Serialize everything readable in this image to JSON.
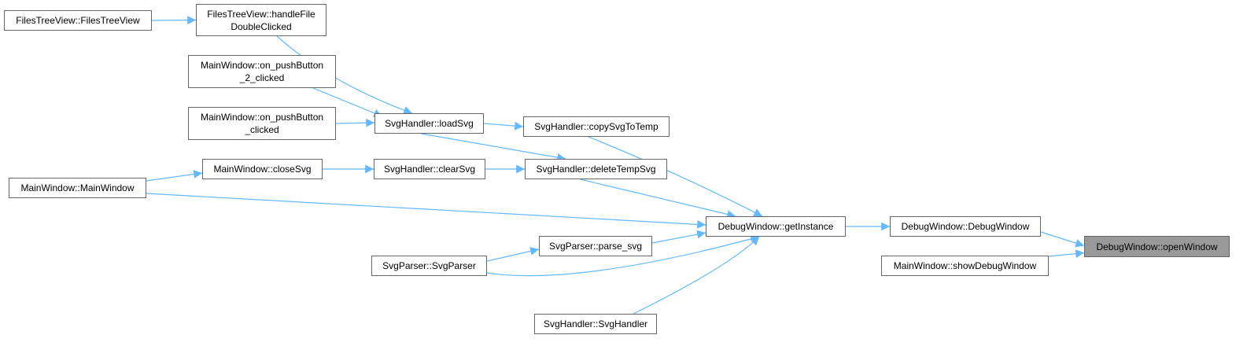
{
  "colors": {
    "edge": "#63b8ff",
    "node_border": "#666666",
    "node_fill": "#ffffff",
    "root_fill": "#999999"
  },
  "nodes": {
    "filesTreeView_ctor": {
      "lines": [
        "FilesTreeView::FilesTreeView"
      ]
    },
    "filesTreeView_handleFileDoubleClicked": {
      "lines": [
        "FilesTreeView::handleFile",
        "DoubleClicked"
      ]
    },
    "mainWindow_onPushButton2Clicked": {
      "lines": [
        "MainWindow::on_pushButton",
        "_2_clicked"
      ]
    },
    "mainWindow_onPushButtonClicked": {
      "lines": [
        "MainWindow::on_pushButton",
        "_clicked"
      ]
    },
    "svgHandler_loadSvg": {
      "lines": [
        "SvgHandler::loadSvg"
      ]
    },
    "svgHandler_copySvgToTemp": {
      "lines": [
        "SvgHandler::copySvgToTemp"
      ]
    },
    "mainWindow_ctor": {
      "lines": [
        "MainWindow::MainWindow"
      ]
    },
    "mainWindow_closeSvg": {
      "lines": [
        "MainWindow::closeSvg"
      ]
    },
    "svgHandler_clearSvg": {
      "lines": [
        "SvgHandler::clearSvg"
      ]
    },
    "svgHandler_deleteTempSvg": {
      "lines": [
        "SvgHandler::deleteTempSvg"
      ]
    },
    "debugWindow_getInstance": {
      "lines": [
        "DebugWindow::getInstance"
      ]
    },
    "debugWindow_ctor": {
      "lines": [
        "DebugWindow::DebugWindow"
      ]
    },
    "debugWindow_openWindow": {
      "lines": [
        "DebugWindow::openWindow"
      ]
    },
    "mainWindow_showDebugWindow": {
      "lines": [
        "MainWindow::showDebugWindow"
      ]
    },
    "svgParser_parseSvg": {
      "lines": [
        "SvgParser::parse_svg"
      ]
    },
    "svgParser_ctor": {
      "lines": [
        "SvgParser::SvgParser"
      ]
    },
    "svgHandler_ctor": {
      "lines": [
        "SvgHandler::SvgHandler"
      ]
    }
  },
  "edges": [
    {
      "from": "filesTreeView_ctor",
      "to": "filesTreeView_handleFileDoubleClicked"
    },
    {
      "from": "filesTreeView_handleFileDoubleClicked",
      "to": "svgHandler_loadSvg"
    },
    {
      "from": "mainWindow_onPushButton2Clicked",
      "to": "svgHandler_loadSvg"
    },
    {
      "from": "mainWindow_onPushButtonClicked",
      "to": "svgHandler_loadSvg"
    },
    {
      "from": "svgHandler_loadSvg",
      "to": "svgHandler_copySvgToTemp"
    },
    {
      "from": "svgHandler_loadSvg",
      "to": "svgHandler_deleteTempSvg"
    },
    {
      "from": "mainWindow_ctor",
      "to": "mainWindow_closeSvg"
    },
    {
      "from": "mainWindow_closeSvg",
      "to": "svgHandler_clearSvg"
    },
    {
      "from": "svgHandler_clearSvg",
      "to": "svgHandler_deleteTempSvg"
    },
    {
      "from": "svgHandler_copySvgToTemp",
      "to": "debugWindow_getInstance"
    },
    {
      "from": "svgHandler_deleteTempSvg",
      "to": "debugWindow_getInstance"
    },
    {
      "from": "mainWindow_ctor",
      "to": "debugWindow_getInstance"
    },
    {
      "from": "svgParser_parseSvg",
      "to": "debugWindow_getInstance"
    },
    {
      "from": "svgParser_ctor",
      "to": "debugWindow_getInstance"
    },
    {
      "from": "svgHandler_ctor",
      "to": "debugWindow_getInstance"
    },
    {
      "from": "svgParser_ctor",
      "to": "svgParser_parseSvg"
    },
    {
      "from": "debugWindow_getInstance",
      "to": "debugWindow_ctor"
    },
    {
      "from": "debugWindow_ctor",
      "to": "debugWindow_openWindow"
    },
    {
      "from": "mainWindow_showDebugWindow",
      "to": "debugWindow_openWindow"
    }
  ]
}
